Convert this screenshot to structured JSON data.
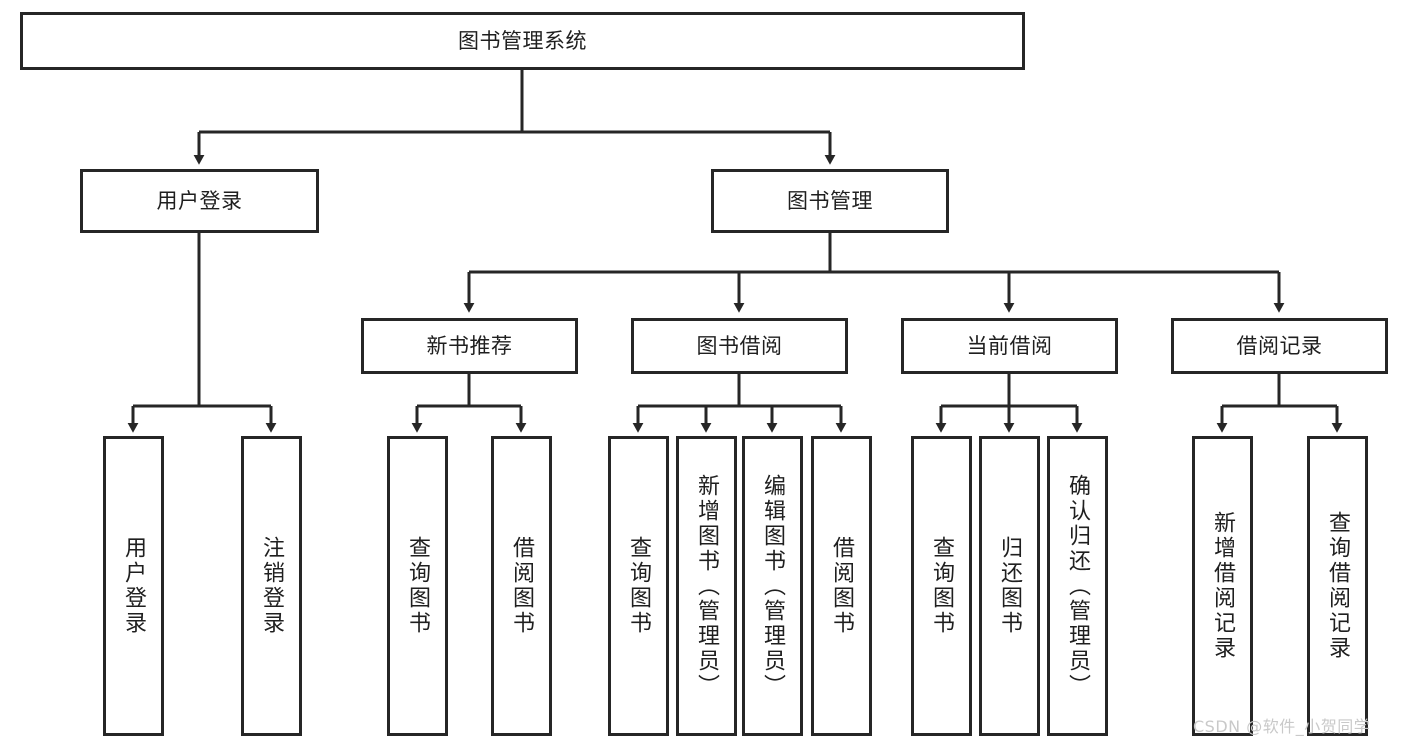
{
  "diagram": {
    "type": "tree",
    "title_node": "图书管理系统",
    "watermark": "CSDN @软件_小贺同学",
    "colors": {
      "box_border": "#262626",
      "box_fill": "#ffffff",
      "text": "#1f1f1f",
      "edge": "#262626",
      "watermark": "#c9c9c9"
    },
    "nodes": {
      "root": {
        "label": "图书管理系统"
      },
      "level2": [
        {
          "label": "用户登录"
        },
        {
          "label": "图书管理"
        }
      ],
      "level3": [
        {
          "label": "新书推荐"
        },
        {
          "label": "图书借阅"
        },
        {
          "label": "当前借阅"
        },
        {
          "label": "借阅记录"
        }
      ],
      "leaves": {
        "user_login": [
          {
            "label": "用户登录"
          },
          {
            "label": "注销登录"
          }
        ],
        "new_book_recommend": [
          {
            "label": "查询图书"
          },
          {
            "label": "借阅图书"
          }
        ],
        "book_borrow": [
          {
            "label": "查询图书"
          },
          {
            "label": "新增图书（管理员）"
          },
          {
            "label": "编辑图书（管理员）"
          },
          {
            "label": "借阅图书"
          }
        ],
        "current_borrow": [
          {
            "label": "查询图书"
          },
          {
            "label": "归还图书"
          },
          {
            "label": "确认归还（管理员）"
          }
        ],
        "borrow_record": [
          {
            "label": "新增借阅记录"
          },
          {
            "label": "查询借阅记录"
          }
        ]
      }
    }
  }
}
